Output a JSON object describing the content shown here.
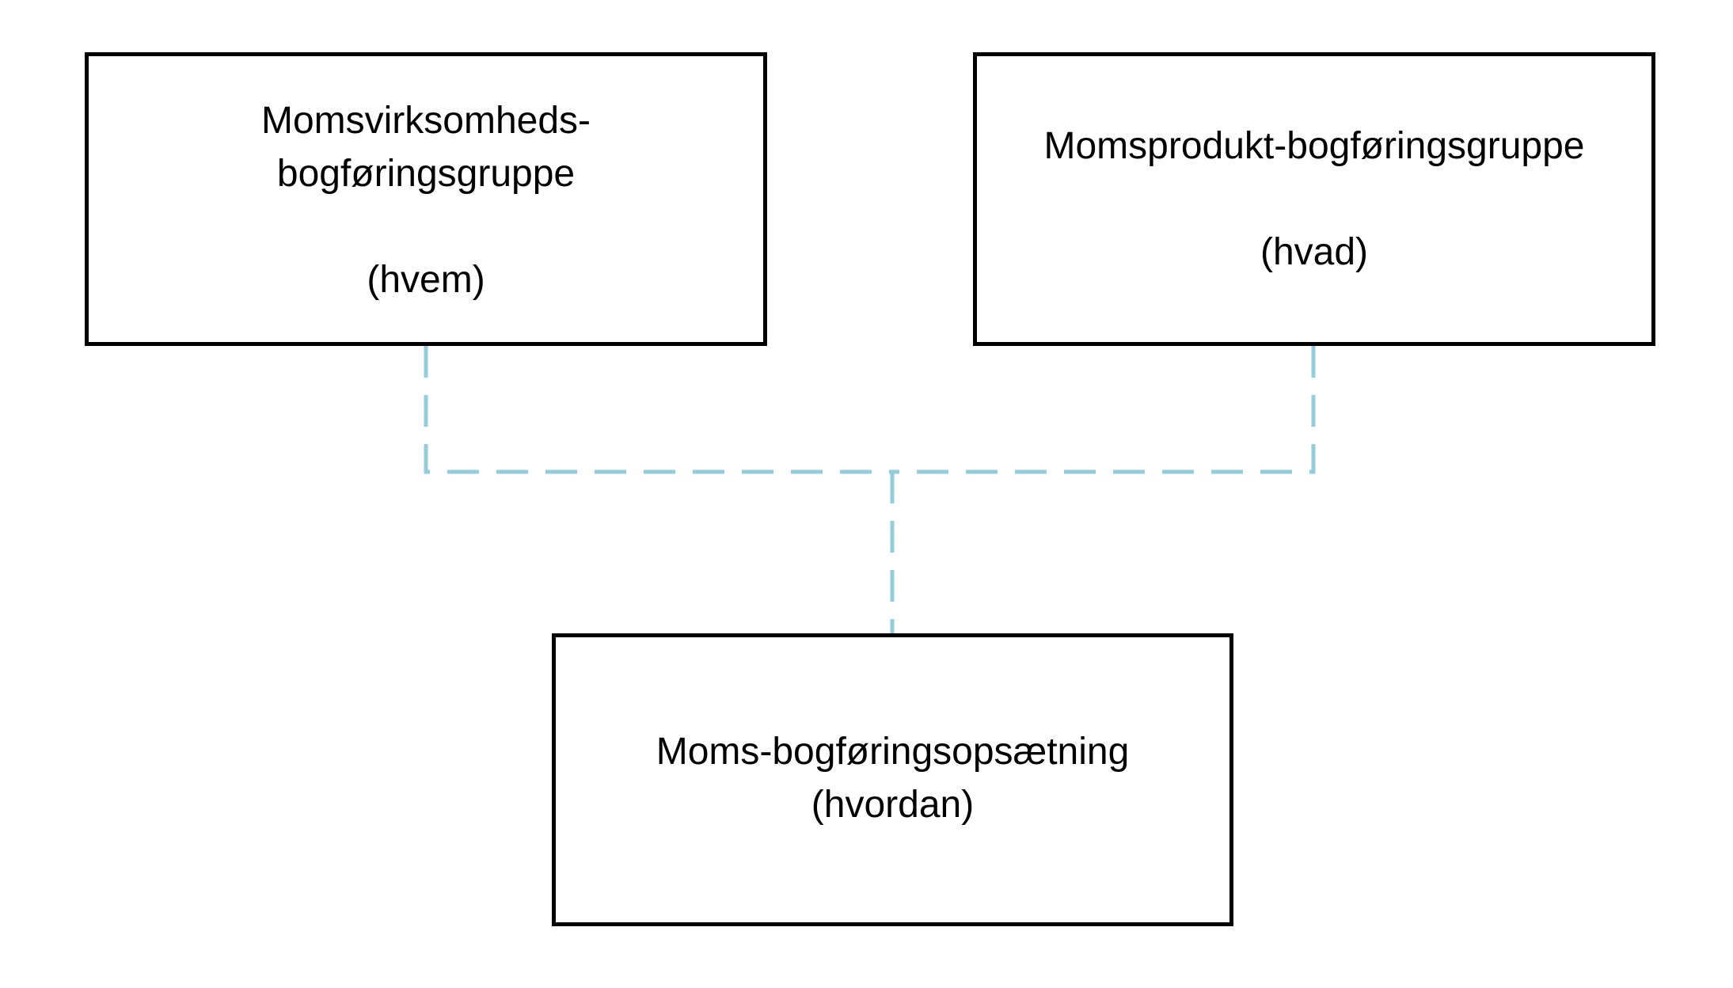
{
  "diagram": {
    "connector_color": "#92cddc",
    "box_border_color": "#000000",
    "nodes": {
      "who": {
        "title_line1": "Momsvirksomheds-",
        "title_line2": "bogføringsgruppe",
        "subtitle": "(hvem)"
      },
      "what": {
        "title": "Momsprodukt-bogføringsgruppe",
        "subtitle": "(hvad)"
      },
      "how": {
        "title": "Moms-bogføringsopsætning",
        "subtitle": "(hvordan)"
      }
    },
    "edges": [
      {
        "from": "who",
        "to": "how",
        "style": "dashed"
      },
      {
        "from": "what",
        "to": "how",
        "style": "dashed"
      }
    ]
  }
}
